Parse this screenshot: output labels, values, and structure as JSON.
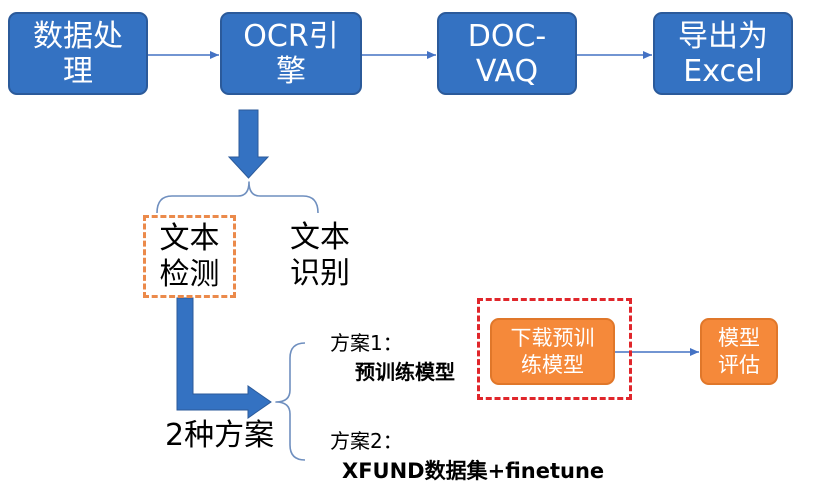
{
  "top_flow": {
    "steps": [
      {
        "lines": [
          "数据处",
          "理"
        ]
      },
      {
        "lines": [
          "OCR引",
          "擎"
        ]
      },
      {
        "lines": [
          "DOC-",
          "VAQ"
        ]
      },
      {
        "lines": [
          "导出为",
          "Excel"
        ]
      }
    ]
  },
  "ocr_parts": {
    "detection": {
      "lines": [
        "文本",
        "检测"
      ]
    },
    "recognition": {
      "lines": [
        "文本",
        "识别"
      ]
    }
  },
  "plans": {
    "count_label": "2种方案",
    "plan1": {
      "title": "方案1：",
      "detail": "预训练模型"
    },
    "plan2": {
      "title": "方案2：",
      "detail": "XFUND数据集+finetune"
    }
  },
  "pipeline": {
    "download": {
      "lines": [
        "下载预训",
        "练模型"
      ]
    },
    "evaluate": {
      "lines": [
        "模型",
        "评估"
      ]
    }
  },
  "colors": {
    "step_blue": "#3472c2",
    "step_blue_border": "#2b5a9a",
    "arrow_blue": "#4472c4",
    "accent_orange": "#f5893a",
    "accent_orange_border": "#e0772a",
    "highlight_red": "#e0262b",
    "detection_outline_orange": "#eb8a4b",
    "brace_color": "#6f8fbf"
  }
}
